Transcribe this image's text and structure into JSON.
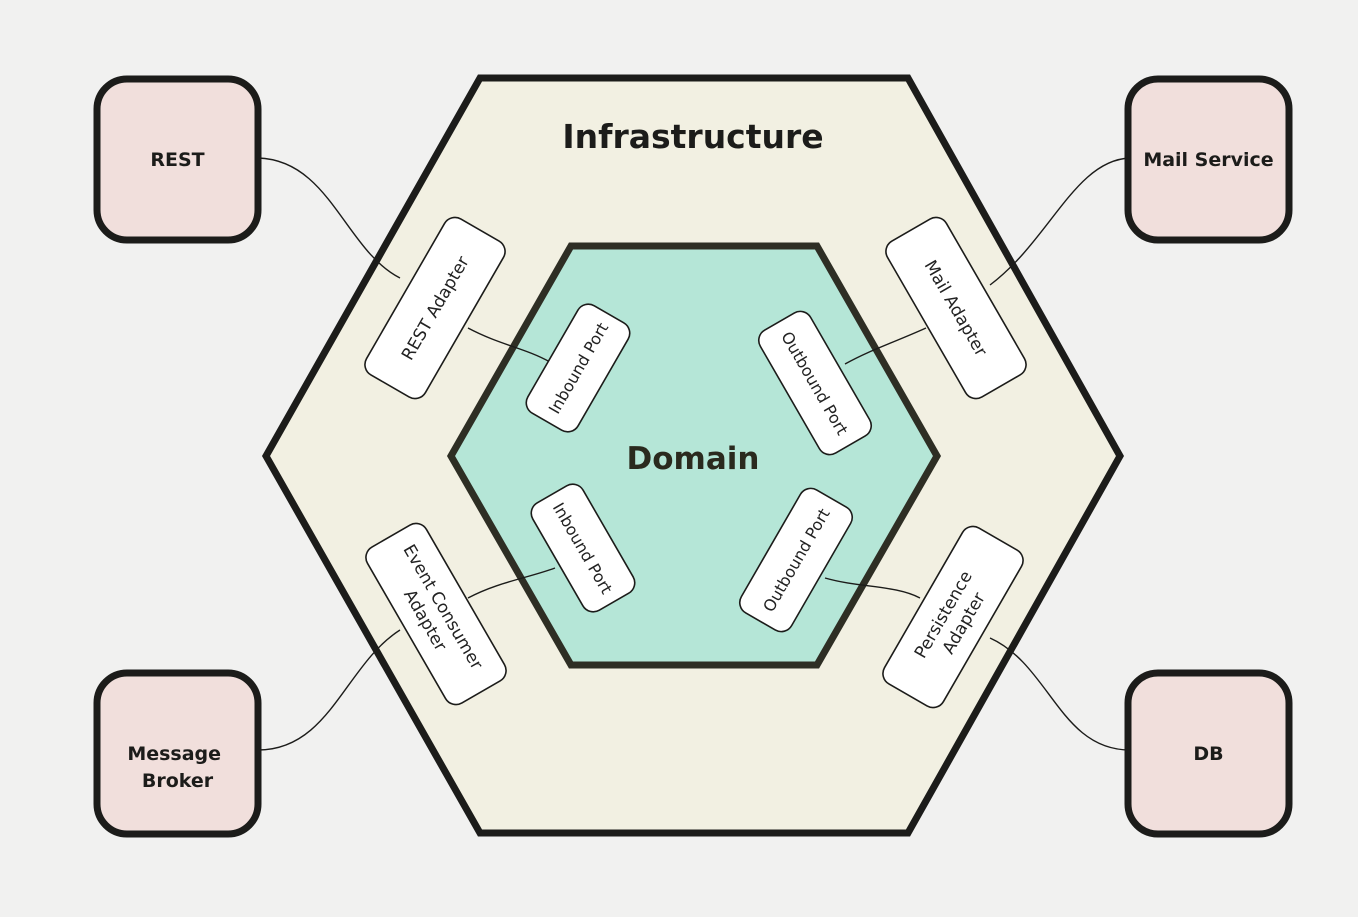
{
  "infrastructure": {
    "title": "Infrastructure"
  },
  "domain": {
    "title": "Domain"
  },
  "external_systems": {
    "rest": [
      "REST"
    ],
    "mail_service": [
      "Mail Service"
    ],
    "message_broker": [
      "Message",
      "Broker"
    ],
    "db": [
      "DB"
    ]
  },
  "adapters": {
    "rest": [
      "REST Adapter"
    ],
    "mail": [
      "Mail Adapter"
    ],
    "event_consumer": [
      "Event Consumer",
      "Adapter"
    ],
    "persistence": [
      "Persistence",
      "Adapter"
    ]
  },
  "ports": {
    "inbound_top": "Inbound Port",
    "inbound_bottom": "Inbound Port",
    "outbound_top": "Outbound Port",
    "outbound_bottom": "Outbound Port"
  },
  "colors": {
    "background": "#f1f1f0",
    "infrastructure_fill": "#f2f0e2",
    "domain_fill": "#b5e6d7",
    "external_fill": "#f1dfdc",
    "stroke": "#1c1c1a"
  }
}
